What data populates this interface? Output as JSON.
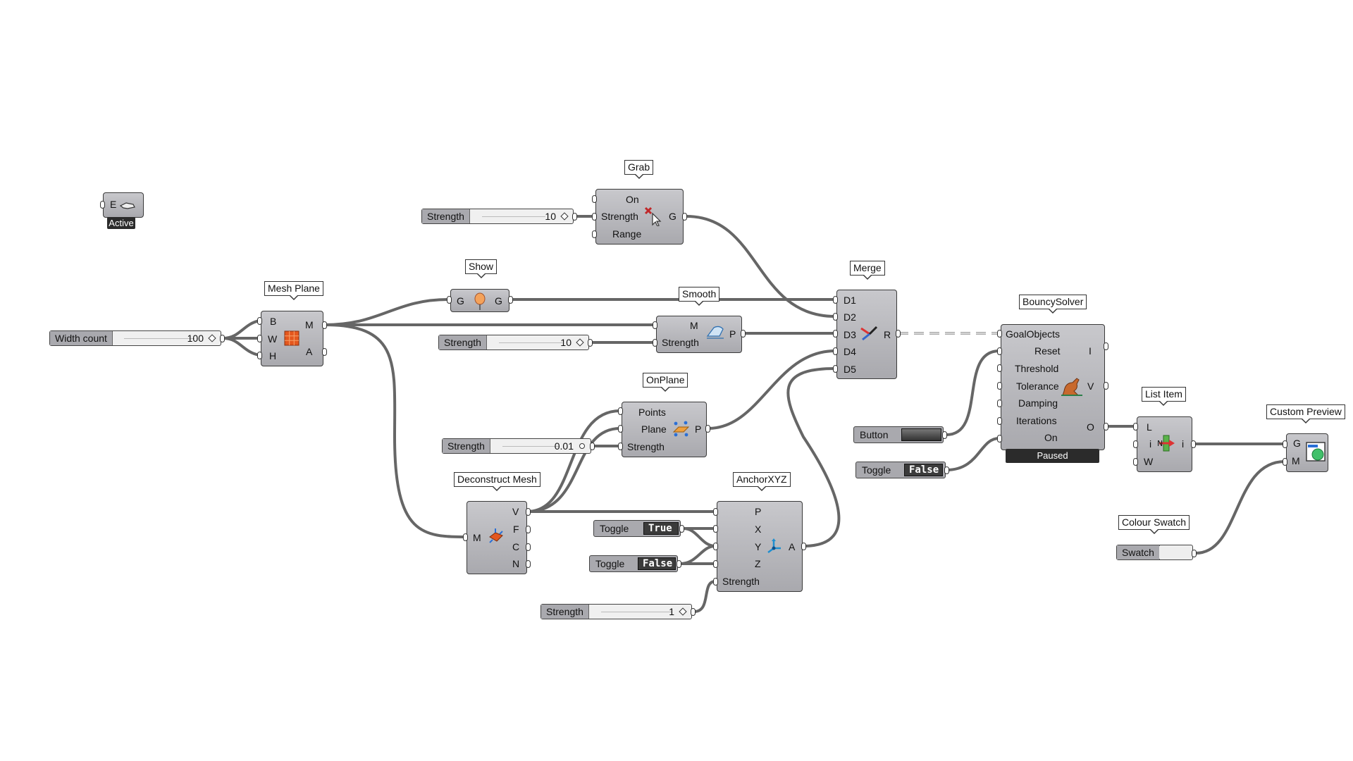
{
  "active_component": {
    "input": "E",
    "status": "Active"
  },
  "grab": {
    "tag": "Grab",
    "inputs": [
      "On",
      "Strength",
      "Range"
    ],
    "output": "G"
  },
  "grab_strength_slider": {
    "name": "Strength",
    "value": "10"
  },
  "show": {
    "tag": "Show",
    "input": "G",
    "output": "G"
  },
  "mesh_plane": {
    "tag": "Mesh Plane",
    "inputs": [
      "B",
      "W",
      "H"
    ],
    "outputs": [
      "M",
      "A"
    ]
  },
  "width_slider": {
    "name": "Width count",
    "value": "100"
  },
  "smooth": {
    "tag": "Smooth",
    "inputs": [
      "M",
      "Strength"
    ],
    "output": "P"
  },
  "smooth_strength_slider": {
    "name": "Strength",
    "value": "10"
  },
  "merge": {
    "tag": "Merge",
    "inputs": [
      "D1",
      "D2",
      "D3",
      "D4",
      "D5"
    ],
    "output": "R"
  },
  "onplane": {
    "tag": "OnPlane",
    "inputs": [
      "Points",
      "Plane",
      "Strength"
    ],
    "output": "P"
  },
  "onplane_strength_slider": {
    "name": "Strength",
    "value": "0.01"
  },
  "deconstruct_mesh": {
    "tag": "Deconstruct Mesh",
    "input": "M",
    "outputs": [
      "V",
      "F",
      "C",
      "N"
    ]
  },
  "anchor": {
    "tag": "AnchorXYZ",
    "inputs": [
      "P",
      "X",
      "Y",
      "Z",
      "Strength"
    ],
    "output": "A"
  },
  "toggle_true": {
    "name": "Toggle",
    "value": "True"
  },
  "toggle_false_1": {
    "name": "Toggle",
    "value": "False"
  },
  "anchor_strength_slider": {
    "name": "Strength",
    "value": "1"
  },
  "bouncy": {
    "tag": "BouncySolver",
    "inputs": [
      "GoalObjects",
      "Reset",
      "Threshold",
      "Tolerance",
      "Damping",
      "Iterations",
      "On"
    ],
    "outputs": [
      "I",
      "V",
      "O"
    ],
    "status": "Paused"
  },
  "button": {
    "name": "Button"
  },
  "toggle_false_2": {
    "name": "Toggle",
    "value": "False"
  },
  "list_item": {
    "tag": "List Item",
    "inputs": [
      "L",
      "i",
      "W"
    ],
    "output": "i"
  },
  "custom_preview": {
    "tag": "Custom Preview",
    "inputs": [
      "G",
      "M"
    ]
  },
  "swatch": {
    "tag": "Colour Swatch",
    "name": "Swatch",
    "color": "#eeeeee"
  },
  "colors": {
    "canvas": "#ffffff",
    "component": "#b4b4b8",
    "wire": "#666666"
  }
}
